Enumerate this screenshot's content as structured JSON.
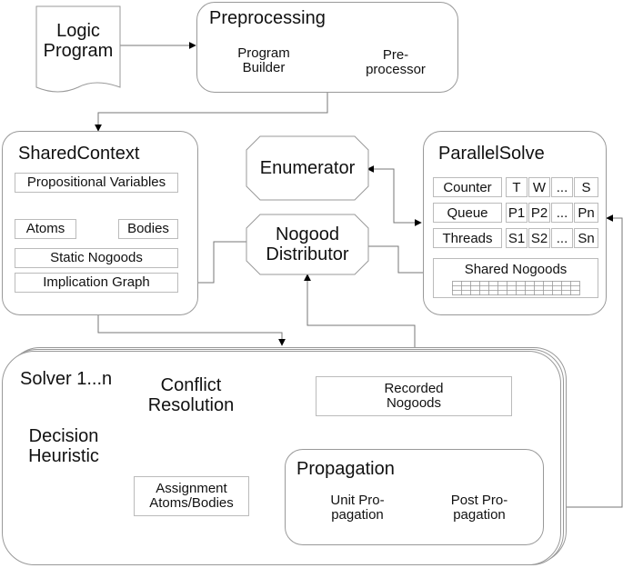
{
  "logic_program": "Logic\nProgram",
  "preprocessing": {
    "title": "Preprocessing",
    "program_builder": "Program\nBuilder",
    "preprocessor": "Pre-\nprocessor"
  },
  "shared_context": {
    "title": "SharedContext",
    "propositional_variables": "Propositional Variables",
    "atoms": "Atoms",
    "bodies": "Bodies",
    "static_nogoods": "Static Nogoods",
    "implication_graph": "Implication Graph"
  },
  "enumerator": "Enumerator",
  "nogood_distributor": "Nogood\nDistributor",
  "parallel_solve": {
    "title": "ParallelSolve",
    "rows": [
      {
        "label": "Counter",
        "cells": [
          "T",
          "W",
          "...",
          "S"
        ]
      },
      {
        "label": "Queue",
        "cells": [
          "P1",
          "P2",
          "...",
          "Pn"
        ]
      },
      {
        "label": "Threads",
        "cells": [
          "S1",
          "S2",
          "...",
          "Sn"
        ]
      }
    ],
    "shared_nogoods": "Shared Nogoods"
  },
  "solver": {
    "title": "Solver 1...n",
    "conflict_resolution": "Conflict\nResolution",
    "recorded_nogoods": "Recorded\nNogoods",
    "decision_heuristic": "Decision\nHeuristic",
    "assignment": "Assignment\nAtoms/Bodies",
    "propagation": {
      "title": "Propagation",
      "unit": "Unit Pro-\npagation",
      "post": "Post Pro-\npagation"
    }
  },
  "colors": {
    "border": "#999999",
    "line": "#666666",
    "text": "#111111"
  }
}
